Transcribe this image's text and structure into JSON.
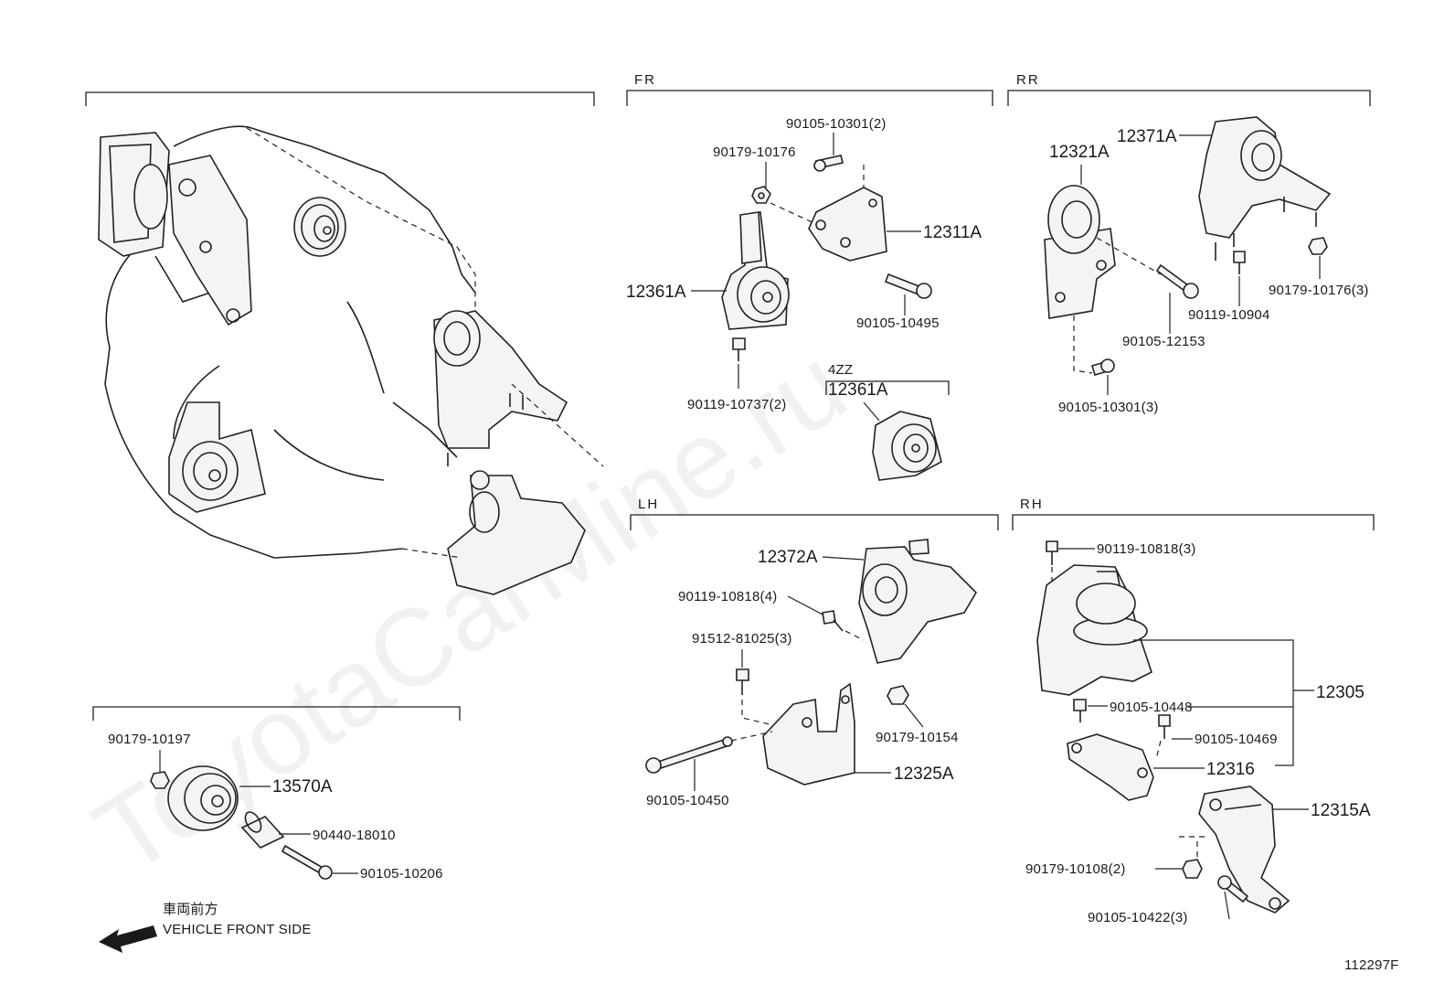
{
  "sections": {
    "fr": "FR",
    "rr": "RR",
    "lh": "LH",
    "rh": "RH",
    "fr_4zz": "4ZZ"
  },
  "labels": {
    "p90105_10301_2": "90105-10301(2)",
    "p90179_10176": "90179-10176",
    "p12311A": "12311A",
    "p12361A": "12361A",
    "p90105_10495": "90105-10495",
    "p90119_10737_2": "90119-10737(2)",
    "p12361A_4zz": "12361A",
    "p12371A": "12371A",
    "p12321A": "12321A",
    "p90179_10176_3": "90179-10176(3)",
    "p90119_10904": "90119-10904",
    "p90105_12153": "90105-12153",
    "p90105_10301_3": "90105-10301(3)",
    "p12372A": "12372A",
    "p90119_10818_4": "90119-10818(4)",
    "p91512_81025_3": "91512-81025(3)",
    "p90179_10154": "90179-10154",
    "p12325A": "12325A",
    "p90105_10450": "90105-10450",
    "p90119_10818_3": "90119-10818(3)",
    "p90105_10448": "90105-10448",
    "p12305": "12305",
    "p90105_10469": "90105-10469",
    "p12316": "12316",
    "p12315A": "12315A",
    "p90179_10108_2": "90179-10108(2)",
    "p90105_10422_3": "90105-10422(3)",
    "p90179_10197": "90179-10197",
    "p13570A": "13570A",
    "p90440_18010": "90440-18010",
    "p90105_10206": "90105-10206"
  },
  "direction": {
    "japanese": "車両前方",
    "english": "VEHICLE FRONT SIDE"
  },
  "figure_id": "112297F",
  "watermark": "ToyotaCarMine.ru"
}
